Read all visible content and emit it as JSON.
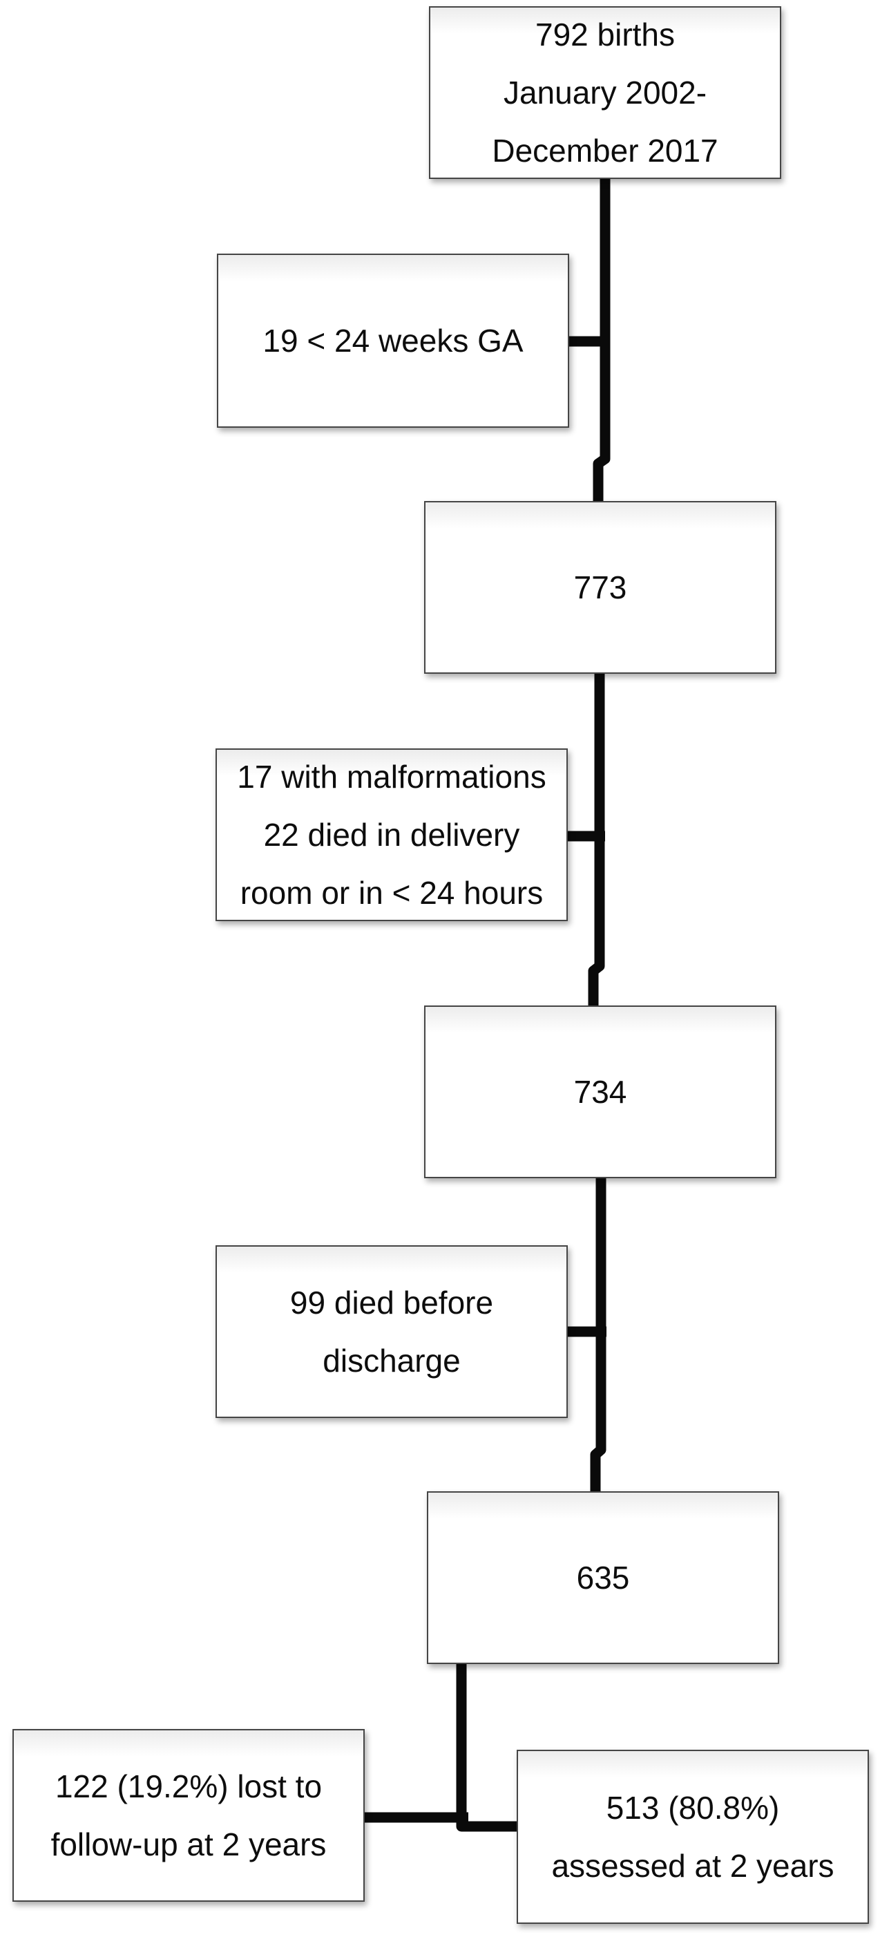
{
  "figure": {
    "kind": "study-flow-diagram",
    "colors": {
      "background": "#ffffff",
      "connector_line": "#0a0a0a",
      "box_border": "#454545",
      "text": "#0d0d0d"
    },
    "boxes": [
      {
        "id": "births",
        "lines": [
          "792 births",
          "January 2002-",
          "December 2017"
        ]
      },
      {
        "id": "excluded-ga",
        "lines": [
          "19 < 24 weeks GA"
        ]
      },
      {
        "id": "n-773",
        "lines": [
          "773"
        ]
      },
      {
        "id": "excluded-malformations",
        "lines": [
          "17 with malformations",
          "22 died in delivery",
          "room or in < 24 hours"
        ]
      },
      {
        "id": "n-734",
        "lines": [
          "734"
        ]
      },
      {
        "id": "died-before-discharge",
        "lines": [
          "99 died before",
          "discharge"
        ]
      },
      {
        "id": "n-635",
        "lines": [
          "635"
        ]
      },
      {
        "id": "lost-to-followup",
        "lines": [
          "122 (19.2%) lost to",
          "follow-up at 2 years"
        ]
      },
      {
        "id": "assessed",
        "lines": [
          "513 (80.8%)",
          "assessed at 2 years"
        ]
      }
    ],
    "edges": [
      {
        "from": "births",
        "to": "n-773",
        "side_branch": "excluded-ga"
      },
      {
        "from": "n-773",
        "to": "n-734",
        "side_branch": "excluded-malformations"
      },
      {
        "from": "n-734",
        "to": "n-635",
        "side_branch": "died-before-discharge"
      },
      {
        "from": "n-635",
        "to": [
          "lost-to-followup",
          "assessed"
        ]
      }
    ]
  }
}
